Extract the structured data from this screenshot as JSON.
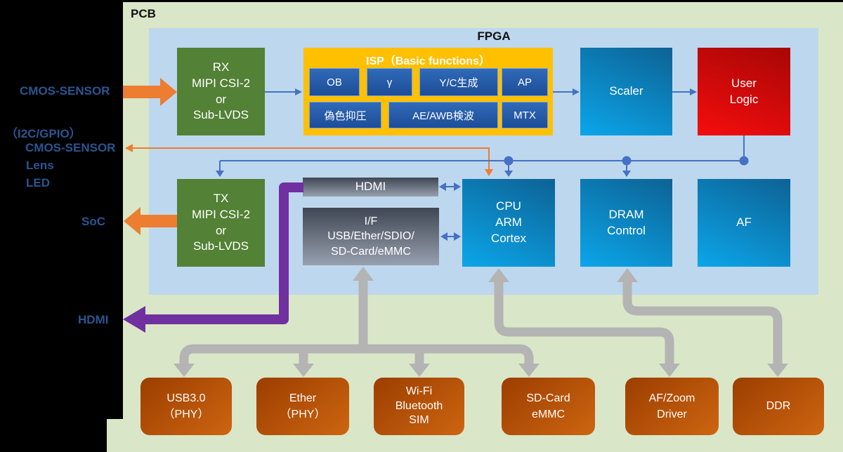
{
  "board": {
    "label": "PCB"
  },
  "fpga": {
    "label": "FPGA"
  },
  "external": {
    "cmos_sensor_in": "CMOS-SENSOR",
    "i2c_gpio": "（I2C/GPIO）",
    "cmos_sensor_ctl": "CMOS-SENSOR",
    "lens": "Lens",
    "led": "LED",
    "soc": "SoC",
    "hdmi_out": "HDMI"
  },
  "blocks": {
    "rx": {
      "lines": [
        "RX",
        "MIPI CSI-2",
        "or",
        "Sub-LVDS"
      ]
    },
    "tx": {
      "lines": [
        "TX",
        "MIPI CSI-2",
        "or",
        "Sub-LVDS"
      ]
    },
    "isp": {
      "title": "ISP（Basic functions）",
      "sub": {
        "ob": "OB",
        "gamma": "γ",
        "yc": "Y/C生成",
        "ap": "AP",
        "false_color": "偽色抑圧",
        "ae_awb": "AE/AWB検波",
        "mtx": "MTX"
      }
    },
    "scaler": {
      "label": "Scaler"
    },
    "user_logic": {
      "lines": [
        "User",
        "Logic"
      ]
    },
    "hdmi": {
      "label": "HDMI"
    },
    "interface": {
      "lines": [
        "I/F",
        "USB/Ether/SDIO/",
        "SD-Card/eMMC"
      ]
    },
    "cpu": {
      "lines": [
        "CPU",
        "ARM",
        "Cortex"
      ]
    },
    "dram": {
      "lines": [
        "DRAM",
        "Control"
      ]
    },
    "af": {
      "label": "AF"
    }
  },
  "peripherals": {
    "usb": {
      "lines": [
        "USB3.0",
        "（PHY）"
      ]
    },
    "ether": {
      "lines": [
        "Ether",
        "（PHY）"
      ]
    },
    "wifi": {
      "lines": [
        "Wi-Fi",
        "Bluetooth",
        "SIM"
      ]
    },
    "sdcard": {
      "lines": [
        "SD-Card",
        "eMMC"
      ]
    },
    "af_zoom": {
      "lines": [
        "AF/Zoom",
        "Driver"
      ]
    },
    "ddr": {
      "lines": [
        "DDR"
      ]
    }
  },
  "colors": {
    "pcb_bg": "#d9e7c8",
    "fpga_bg": "#bdd7ee",
    "green_block": "#538135",
    "isp_yellow": "#FFC000",
    "isp_sub_blue": "#24549c",
    "cyan_block": "#0b8cc9",
    "red_block": "#d40a0a",
    "gray_block": "#6b7484",
    "brown_block": "#b55309",
    "wire_blue": "#4472C4",
    "wire_orange": "#ED7D31",
    "wire_purple": "#7030A0",
    "wire_gray": "#b4b4b4",
    "label_blue": "#2a5591"
  }
}
